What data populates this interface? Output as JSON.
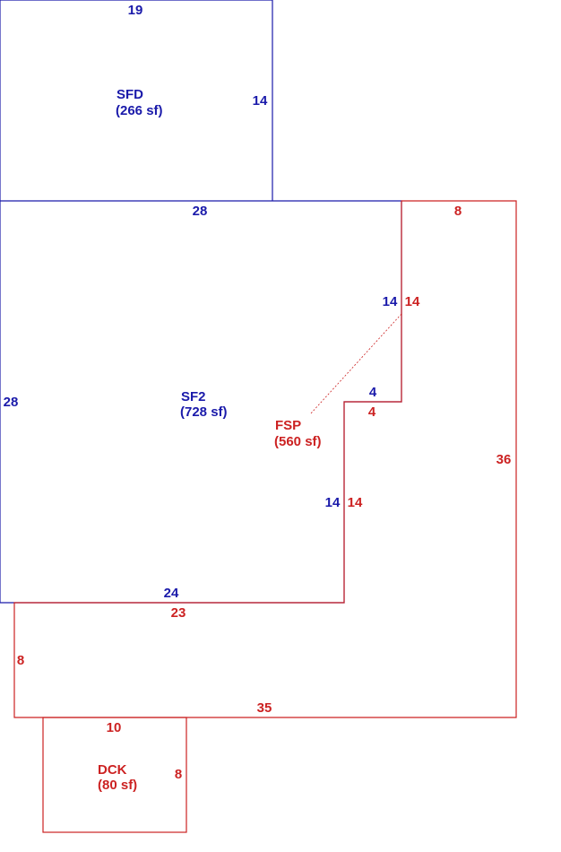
{
  "areas": {
    "sfd": {
      "code": "SFD",
      "area": "(266 sf)",
      "color": "#1a1aaa"
    },
    "sf2": {
      "code": "SF2",
      "area": "(728 sf)",
      "color": "#1a1aaa"
    },
    "fsp": {
      "code": "FSP",
      "area": "(560 sf)",
      "color": "#cc2222"
    },
    "dck": {
      "code": "DCK",
      "area": "(80 sf)",
      "color": "#cc2222"
    }
  },
  "dimensions": {
    "sfd_top": "19",
    "sfd_right": "14",
    "sf2_top": "28",
    "sf2_left": "28",
    "sf2_right_upper": "14",
    "sf2_step": "4",
    "sf2_right_lower": "14",
    "sf2_bottom": "24",
    "fsp_top": "8",
    "fsp_left_upper": "14",
    "fsp_step": "4",
    "fsp_left_lower": "14",
    "fsp_right": "36",
    "fsp_inner_bottom": "23",
    "fsp_left_outer": "8",
    "fsp_bottom": "35",
    "dck_top": "10",
    "dck_right": "8"
  }
}
